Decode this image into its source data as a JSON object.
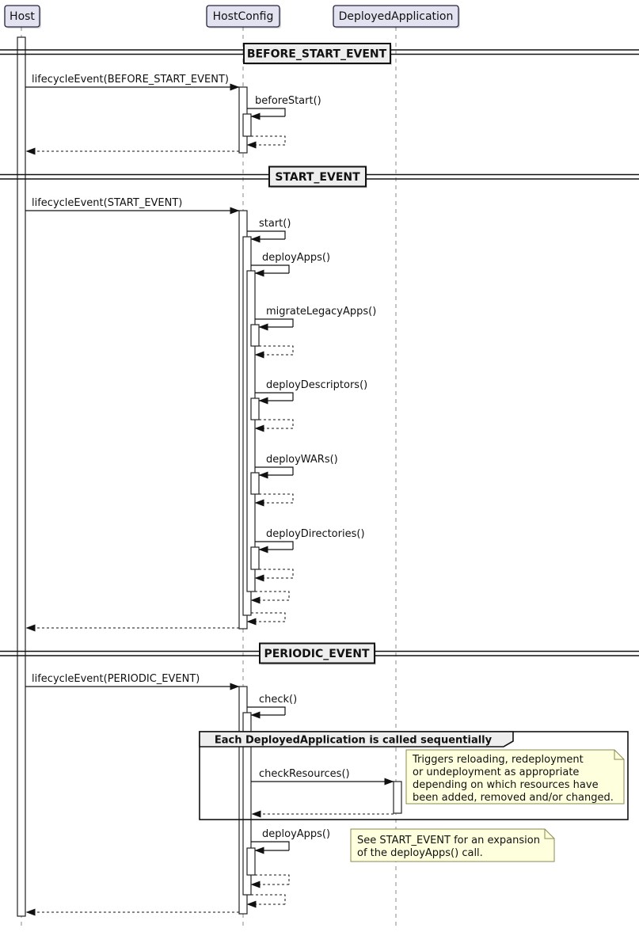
{
  "participants": [
    {
      "name": "Host"
    },
    {
      "name": "HostConfig"
    },
    {
      "name": "DeployedApplication"
    }
  ],
  "dividers": [
    {
      "label": "BEFORE_START_EVENT"
    },
    {
      "label": "START_EVENT"
    },
    {
      "label": "PERIODIC_EVENT"
    }
  ],
  "messages": {
    "lifecycle_before_start": "lifecycleEvent(BEFORE_START_EVENT)",
    "before_start": "beforeStart()",
    "lifecycle_start": "lifecycleEvent(START_EVENT)",
    "start": "start()",
    "deploy_apps": "deployApps()",
    "migrate_legacy_apps": "migrateLegacyApps()",
    "deploy_descriptors": "deployDescriptors()",
    "deploy_wars": "deployWARs()",
    "deploy_directories": "deployDirectories()",
    "lifecycle_periodic": "lifecycleEvent(PERIODIC_EVENT)",
    "check": "check()",
    "check_resources": "checkResources()",
    "deploy_apps_periodic": "deployApps()"
  },
  "group": {
    "label": "Each DeployedApplication is called sequentially"
  },
  "notes": [
    {
      "lines": [
        "Triggers reloading, redeployment",
        "or undeployment as appropriate",
        "depending on which resources have",
        "been added, removed and/or changed."
      ]
    },
    {
      "lines": [
        "See START_EVENT for an expansion",
        "of the deployApps() call."
      ]
    }
  ],
  "colors": {
    "participant_fill": "#E2E2F0",
    "participant_border": "#23233c",
    "divider_fill": "#EEEEEE",
    "note_fill": "#FEFFDD",
    "note_border": "#8a8a55",
    "lifeline": "#8a8a8a"
  }
}
